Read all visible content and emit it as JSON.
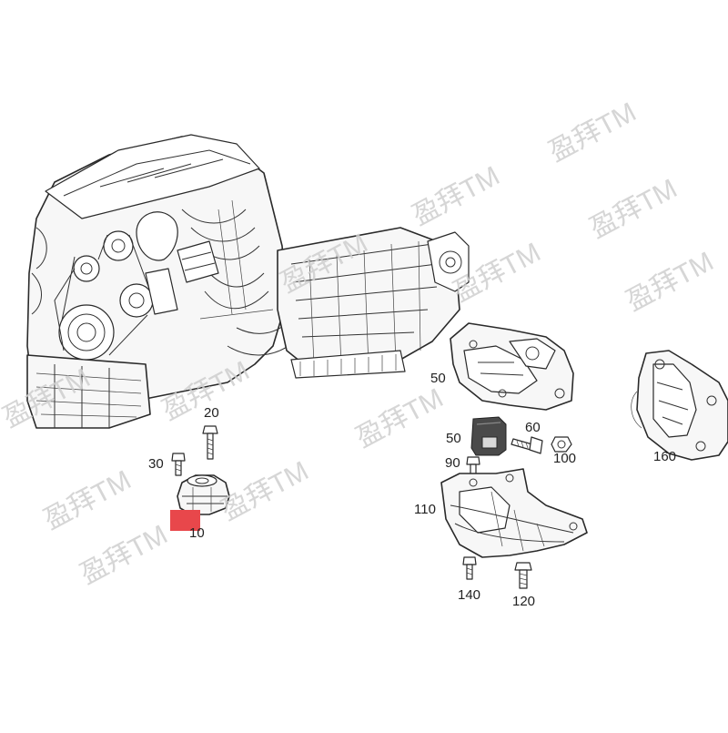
{
  "diagram": {
    "watermark_text": "盈拜TM",
    "highlight_color": "#e8474b",
    "callouts": [
      "10",
      "20",
      "30",
      "50",
      "50",
      "60",
      "90",
      "100",
      "110",
      "120",
      "140",
      "160"
    ]
  }
}
